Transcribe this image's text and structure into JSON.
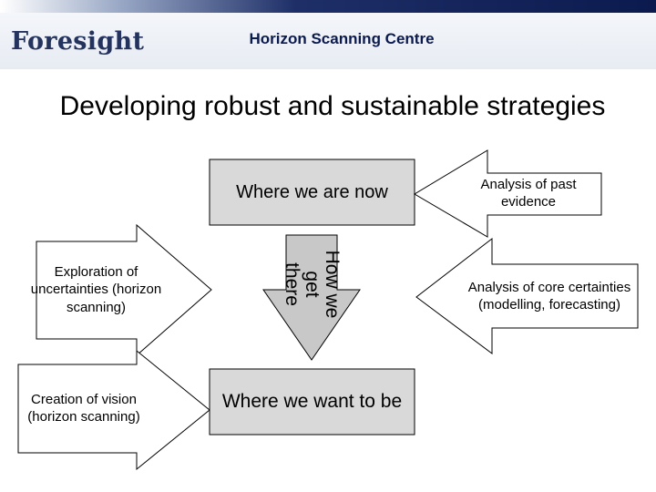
{
  "header": {
    "brand": "Foresight",
    "centre": "Horizon Scanning Centre"
  },
  "title": "Developing robust and sustainable strategies",
  "diagram": {
    "now_box": "Where we are now",
    "want_box": "Where we want to be",
    "down_arrow": "How we get there",
    "left_arrows": [
      "Exploration of uncertainties (horizon scanning)",
      "Creation of vision (horizon scanning)"
    ],
    "right_arrows": [
      "Analysis of past evidence",
      "Analysis of core certainties (modelling, forecasting)"
    ],
    "colors": {
      "box_fill": "#d9d9d9",
      "arrow_fill": "#ffffff",
      "down_arrow_fill": "#c8c8c8",
      "outline": "#000000",
      "header_navy": "#0b1a4e"
    }
  }
}
